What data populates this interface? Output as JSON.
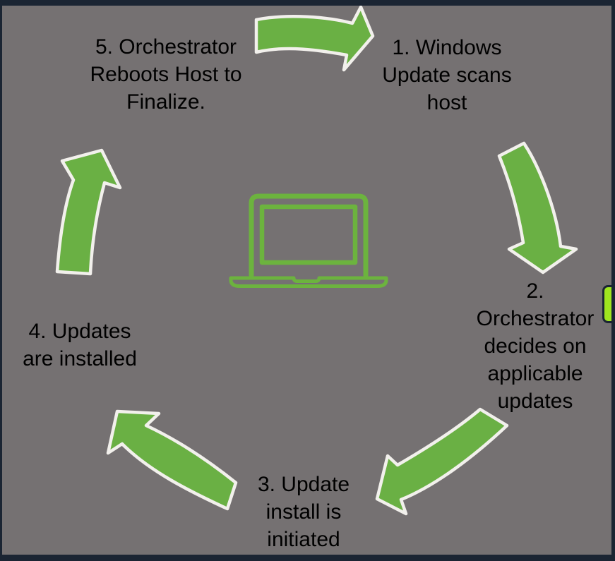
{
  "slide": {
    "description": "Windows Update orchestration cycle diagram",
    "background_color": "#757172",
    "border_color": "#1b2533",
    "text_color": "#000000",
    "arrow_fill": "#6ab044",
    "arrow_outline": "#f2f0ec",
    "laptop_color": "#6cb33e",
    "side_tab_color": "#9fe51f"
  },
  "steps": [
    {
      "label": "1. Windows\nUpdate scans\nhost"
    },
    {
      "label": "2.\nOrchestrator\ndecides on\napplicable\nupdates"
    },
    {
      "label": "3. Update\ninstall is\ninitiated"
    },
    {
      "label": "4. Updates\nare installed"
    },
    {
      "label": "5. Orchestrator\nReboots Host to\nFinalize."
    }
  ],
  "icons": {
    "center": "laptop-icon",
    "arrows": [
      "curved-arrow-step5-to-step1",
      "curved-arrow-step1-to-step2",
      "curved-arrow-step2-to-step3",
      "curved-arrow-step3-to-step4",
      "curved-arrow-step4-to-step5"
    ]
  }
}
